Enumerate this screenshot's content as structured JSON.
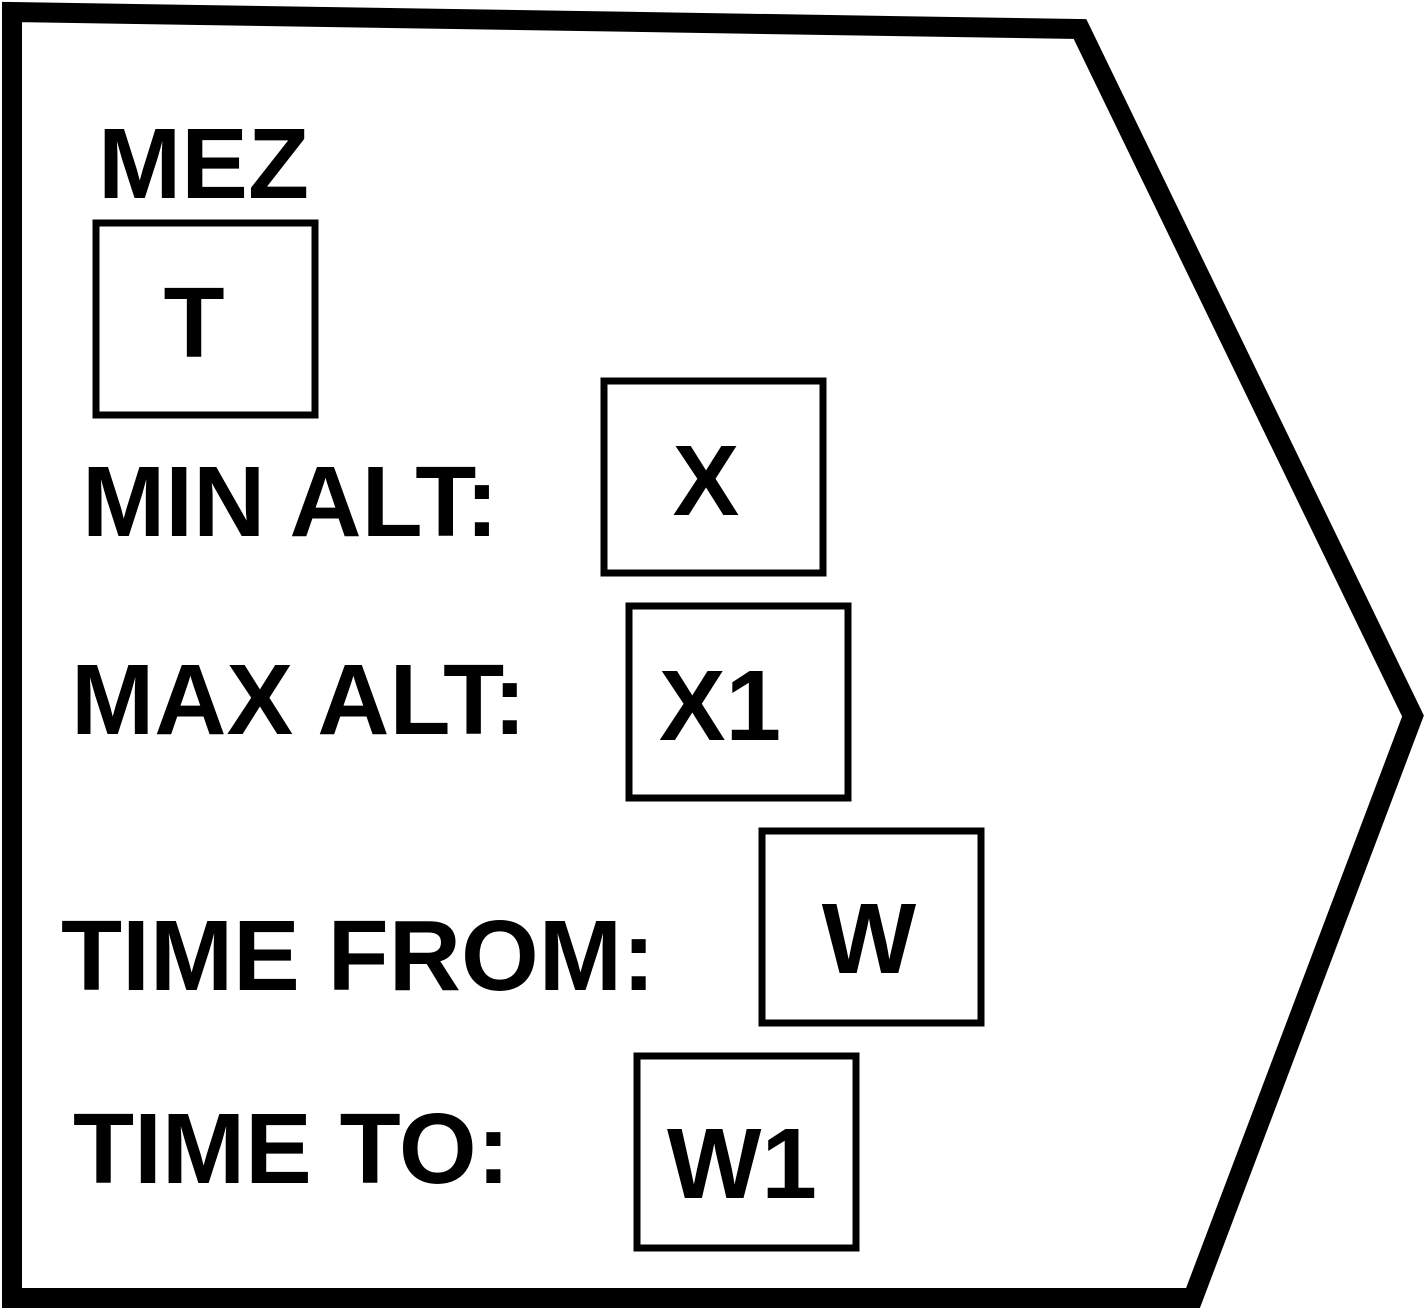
{
  "symbol": {
    "title": "MEZ",
    "type_field": "T"
  },
  "fields": [
    {
      "label": "MIN ALT:",
      "value": "X"
    },
    {
      "label": "MAX ALT:",
      "value": "X1"
    },
    {
      "label": "TIME FROM:",
      "value": "W"
    },
    {
      "label": "TIME TO:",
      "value": "W1"
    }
  ]
}
